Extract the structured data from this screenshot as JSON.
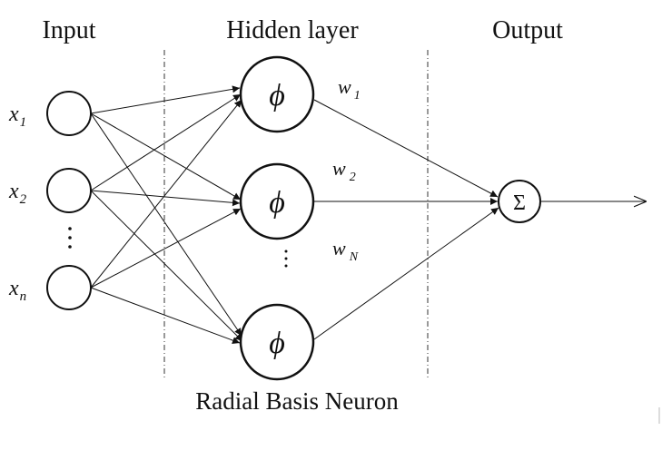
{
  "headers": {
    "input": "Input",
    "hidden": "Hidden layer",
    "output": "Output"
  },
  "inputs": [
    {
      "var": "x",
      "sub": "1"
    },
    {
      "var": "x",
      "sub": "2"
    },
    {
      "var": "x",
      "sub": "n"
    }
  ],
  "hidden": {
    "symbol": "ϕ"
  },
  "weights": [
    {
      "var": "w",
      "sub": "1"
    },
    {
      "var": "w",
      "sub": "2"
    },
    {
      "var": "w",
      "sub": "N"
    }
  ],
  "output": {
    "symbol": "Σ"
  },
  "footer": "Radial Basis Neuron"
}
